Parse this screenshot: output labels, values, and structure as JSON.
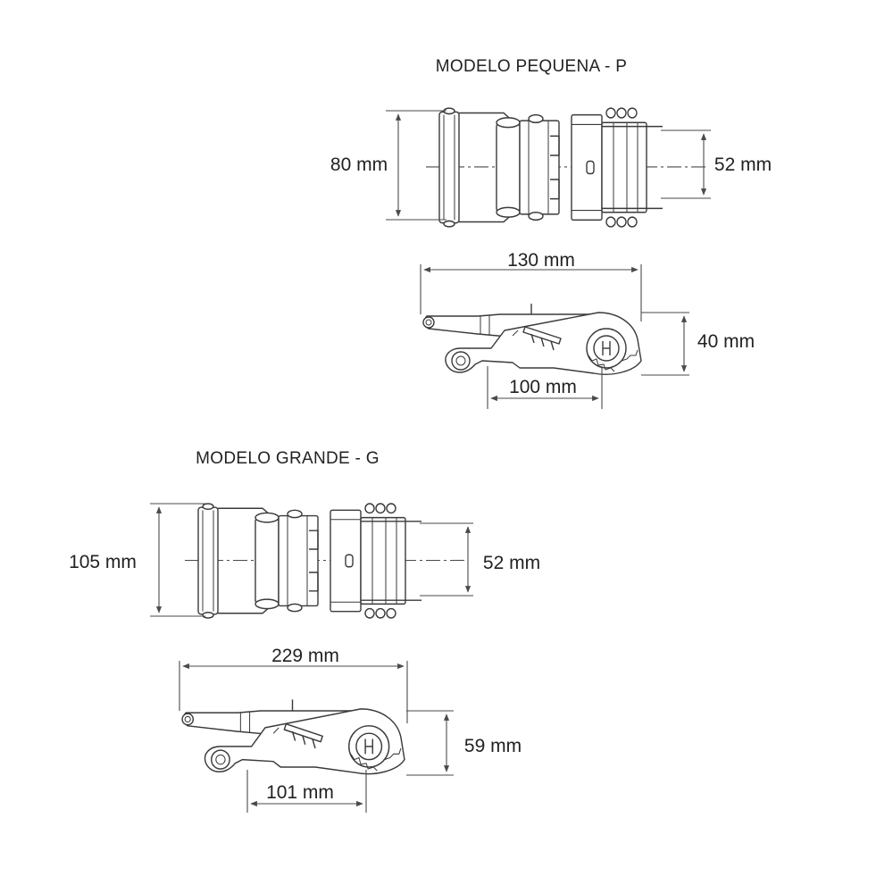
{
  "models": {
    "small": {
      "title": "MODELO PEQUENA - P",
      "dims": {
        "overall_width": "80 mm",
        "strap_width": "52 mm",
        "length": "130 mm",
        "height": "40 mm",
        "base_length": "100 mm"
      }
    },
    "large": {
      "title": "MODELO GRANDE - G",
      "dims": {
        "overall_width": "105 mm",
        "strap_width": "52 mm",
        "length": "229 mm",
        "height": "59 mm",
        "base_length": "101 mm"
      }
    }
  },
  "colors": {
    "line": "#3a3a3a",
    "text": "#222222",
    "background": "#ffffff"
  }
}
